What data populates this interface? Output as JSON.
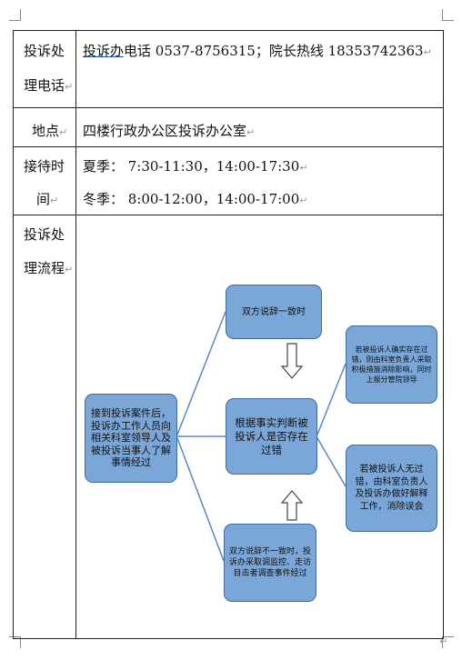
{
  "rows": {
    "phone": {
      "label_line1": "投诉处",
      "label_line2": "理电话",
      "value_prefix": "投诉办",
      "value_rest": "电话 0537-8756315；院长热线 18353742363"
    },
    "location": {
      "label": "地点",
      "value": "四楼行政办公区投诉办公室"
    },
    "hours": {
      "label_line1": "接待时",
      "label_line2": "间",
      "summer": "夏季：  7:30-11:30，14:00-17:30",
      "winter": "冬季：  8:00-12:00，14:00-17:00"
    },
    "process": {
      "label_line1": "投诉处",
      "label_line2": "理流程"
    }
  },
  "flowchart": {
    "start": "接到投诉案件后，投诉办工作人员向相关科室领导人及被投诉当事人了解事情经过",
    "top": "双方说辞一致时",
    "center": "根据事实判断被投诉人是否存在过错",
    "bottom": "双方说辞不一致时，投诉办采取调监控、走访目击者调查事件经过",
    "right_top": "若被投诉人确实存在过错，则由科室负责人采取积极措施消除影响，同时上报分管院领导",
    "right_bottom": "若被投诉人无过错，由科室负责人及投诉办做好解释工作，消除误会"
  },
  "paragraph_mark": "↵",
  "colors": {
    "box_fill": "#7aa7d7",
    "box_border": "#3e6aa0",
    "connector": "#5b87bd"
  }
}
